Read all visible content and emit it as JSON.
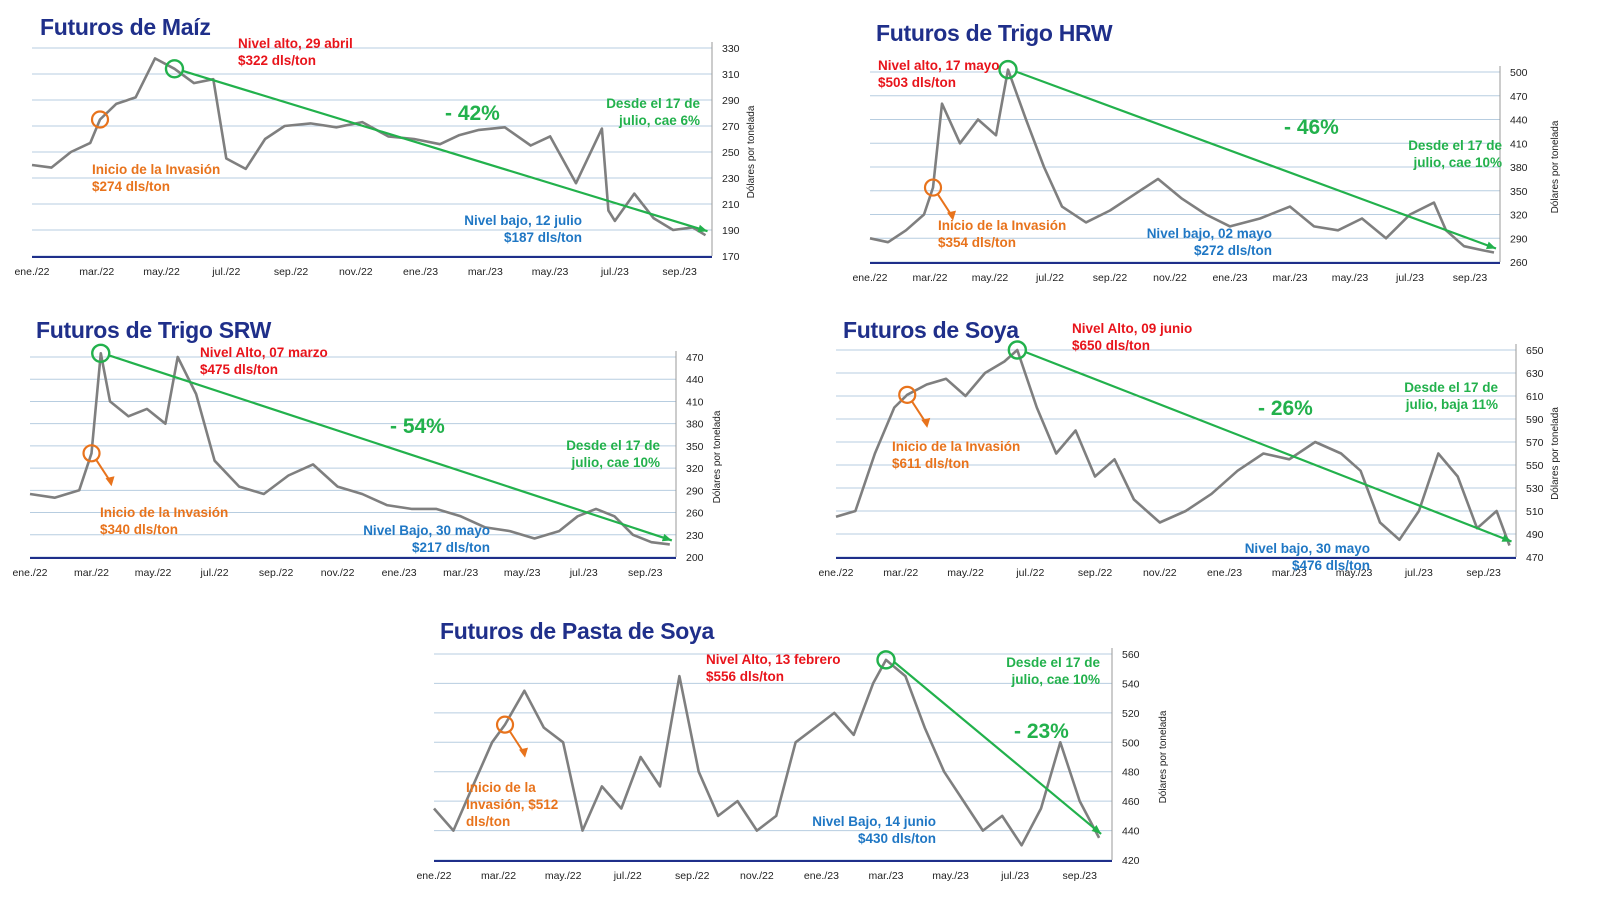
{
  "colors": {
    "title": "#1f2f8a",
    "price_line": "#7f7f7f",
    "trend": "#22b14c",
    "high": "#e8141b",
    "low": "#1f77c4",
    "invasion": "#e8731c",
    "grid": "#b7cde0",
    "axis": "#1f2f8a"
  },
  "ylabel": "Dólares por tonelada",
  "chart_data": [
    {
      "id": "maiz",
      "type": "line",
      "title": "Futuros de Maíz",
      "x_ticks": [
        "ene./22",
        "mar./22",
        "may./22",
        "jul./22",
        "sep./22",
        "nov./22",
        "ene./23",
        "mar./23",
        "may./23",
        "jul./23",
        "sep./23"
      ],
      "y_ticks": [
        170,
        190,
        210,
        230,
        250,
        270,
        290,
        310,
        330
      ],
      "ylim": [
        170,
        330
      ],
      "series": [
        {
          "x": [
            0,
            0.3,
            0.6,
            0.9,
            1.05,
            1.3,
            1.6,
            1.9,
            2.2,
            2.5,
            2.8,
            3.0,
            3.3,
            3.6,
            3.9,
            4.3,
            4.7,
            5.1,
            5.5,
            5.9,
            6.3,
            6.6,
            6.9,
            7.3,
            7.7,
            8.0,
            8.4,
            8.8,
            8.9,
            9.0,
            9.3,
            9.6,
            9.9,
            10.2,
            10.4
          ],
          "y": [
            240,
            238,
            250,
            257,
            275,
            287,
            292,
            322,
            314,
            303,
            306,
            245,
            237,
            260,
            270,
            272,
            269,
            273,
            262,
            260,
            256,
            263,
            267,
            269,
            255,
            262,
            226,
            268,
            205,
            197,
            218,
            199,
            190,
            192,
            186
          ]
        }
      ],
      "annotations": {
        "high": {
          "text": "Nivel alto, 29 abril",
          "value": "$322 dls/ton"
        },
        "invasion": {
          "text": "Inicio de la Invasión",
          "value": "$274 dls/ton"
        },
        "low": {
          "text": "Nivel bajo, 12 julio",
          "value": "$187 dls/ton"
        },
        "since": {
          "text": "Desde el 17 de",
          "value": "julio, cae 6%"
        },
        "pct": "- 42%"
      }
    },
    {
      "id": "trigo_hrw",
      "type": "line",
      "title": "Futuros de Trigo HRW",
      "x_ticks": [
        "ene./22",
        "mar./22",
        "may./22",
        "jul./22",
        "sep./22",
        "nov./22",
        "ene./23",
        "mar./23",
        "may./23",
        "jul./23",
        "sep./23"
      ],
      "y_ticks": [
        260,
        290,
        320,
        350,
        380,
        410,
        440,
        470,
        500
      ],
      "ylim": [
        260,
        500
      ],
      "series": [
        {
          "x": [
            0,
            0.3,
            0.6,
            0.9,
            1.05,
            1.2,
            1.5,
            1.8,
            2.1,
            2.3,
            2.6,
            2.9,
            3.2,
            3.6,
            4.0,
            4.4,
            4.8,
            5.2,
            5.6,
            6.0,
            6.5,
            7.0,
            7.4,
            7.8,
            8.2,
            8.6,
            9.0,
            9.4,
            9.6,
            9.9,
            10.2,
            10.4
          ],
          "y": [
            290,
            285,
            300,
            320,
            354,
            460,
            410,
            440,
            420,
            503,
            440,
            380,
            330,
            310,
            325,
            345,
            365,
            340,
            320,
            305,
            315,
            330,
            305,
            300,
            315,
            290,
            320,
            335,
            300,
            280,
            275,
            272
          ]
        }
      ],
      "annotations": {
        "high": {
          "text": "Nivel alto, 17 mayo",
          "value": "$503 dls/ton"
        },
        "invasion": {
          "text": "Inicio de la Invasión",
          "value": "$354 dls/ton"
        },
        "low": {
          "text": "Nivel bajo, 02 mayo",
          "value": "$272 dls/ton"
        },
        "since": {
          "text": "Desde el 17 de",
          "value": "julio, cae 10%"
        },
        "pct": "- 46%"
      }
    },
    {
      "id": "trigo_srw",
      "type": "line",
      "title": "Futuros de Trigo SRW",
      "x_ticks": [
        "ene./22",
        "mar./22",
        "may./22",
        "jul./22",
        "sep./22",
        "nov./22",
        "ene./23",
        "mar./23",
        "may./23",
        "jul./23",
        "sep./23"
      ],
      "y_ticks": [
        200,
        230,
        260,
        290,
        320,
        350,
        380,
        410,
        440,
        470
      ],
      "ylim": [
        200,
        470
      ],
      "series": [
        {
          "x": [
            0,
            0.4,
            0.8,
            1.0,
            1.15,
            1.3,
            1.6,
            1.9,
            2.2,
            2.4,
            2.7,
            3.0,
            3.4,
            3.8,
            4.2,
            4.6,
            5.0,
            5.4,
            5.8,
            6.2,
            6.6,
            7.0,
            7.4,
            7.8,
            8.2,
            8.6,
            8.9,
            9.2,
            9.5,
            9.8,
            10.1,
            10.4
          ],
          "y": [
            285,
            280,
            290,
            340,
            475,
            410,
            390,
            400,
            380,
            470,
            420,
            330,
            295,
            285,
            310,
            325,
            295,
            285,
            270,
            265,
            265,
            255,
            240,
            235,
            225,
            235,
            255,
            265,
            255,
            230,
            220,
            217
          ]
        }
      ],
      "annotations": {
        "high": {
          "text": "Nivel Alto, 07 marzo",
          "value": "$475 dls/ton"
        },
        "invasion": {
          "text": "Inicio de la Invasión",
          "value": "$340 dls/ton"
        },
        "low": {
          "text": "Nivel Bajo, 30 mayo",
          "value": "$217 dls/ton"
        },
        "since": {
          "text": "Desde el 17 de",
          "value": "julio, cae 10%"
        },
        "pct": "- 54%"
      }
    },
    {
      "id": "soya",
      "type": "line",
      "title": "Futuros de Soya",
      "x_ticks": [
        "ene./22",
        "mar./22",
        "may./22",
        "jul./22",
        "sep./22",
        "nov./22",
        "ene./23",
        "mar./23",
        "may./23",
        "jul./23",
        "sep./23"
      ],
      "y_ticks": [
        470,
        490,
        510,
        530,
        550,
        570,
        590,
        610,
        630,
        650
      ],
      "ylim": [
        470,
        650
      ],
      "series": [
        {
          "x": [
            0,
            0.3,
            0.6,
            0.9,
            1.1,
            1.4,
            1.7,
            2.0,
            2.3,
            2.6,
            2.8,
            3.1,
            3.4,
            3.7,
            4.0,
            4.3,
            4.6,
            5.0,
            5.4,
            5.8,
            6.2,
            6.6,
            7.0,
            7.4,
            7.8,
            8.1,
            8.4,
            8.7,
            9.0,
            9.3,
            9.6,
            9.9,
            10.2,
            10.4
          ],
          "y": [
            505,
            510,
            560,
            600,
            611,
            620,
            625,
            610,
            630,
            640,
            650,
            600,
            560,
            580,
            540,
            555,
            520,
            500,
            510,
            525,
            545,
            560,
            555,
            570,
            560,
            545,
            500,
            485,
            510,
            560,
            540,
            495,
            510,
            480
          ]
        }
      ],
      "annotations": {
        "high": {
          "text": "Nivel Alto, 09 junio",
          "value": "$650 dls/ton"
        },
        "invasion": {
          "text": "Inicio de la Invasión",
          "value": "$611 dls/ton"
        },
        "low": {
          "text": "Nivel bajo, 30 mayo",
          "value": "$476 dls/ton"
        },
        "since": {
          "text": "Desde el 17 de",
          "value": "julio, baja 11%"
        },
        "pct": "- 26%"
      }
    },
    {
      "id": "pasta_soya",
      "type": "line",
      "title": "Futuros de Pasta de Soya",
      "x_ticks": [
        "ene./22",
        "mar./22",
        "may./22",
        "jul./22",
        "sep./22",
        "nov./22",
        "ene./23",
        "mar./23",
        "may./23",
        "jul./23",
        "sep./23"
      ],
      "y_ticks": [
        420,
        440,
        460,
        480,
        500,
        520,
        540,
        560
      ],
      "ylim": [
        420,
        560
      ],
      "series": [
        {
          "x": [
            0,
            0.3,
            0.6,
            0.9,
            1.1,
            1.4,
            1.7,
            2.0,
            2.3,
            2.6,
            2.9,
            3.2,
            3.5,
            3.8,
            4.1,
            4.4,
            4.7,
            5.0,
            5.3,
            5.6,
            5.9,
            6.2,
            6.5,
            6.8,
            7.0,
            7.3,
            7.6,
            7.9,
            8.2,
            8.5,
            8.8,
            9.1,
            9.4,
            9.7,
            10.0,
            10.3
          ],
          "y": [
            455,
            440,
            470,
            500,
            512,
            535,
            510,
            500,
            440,
            470,
            455,
            490,
            470,
            545,
            480,
            450,
            460,
            440,
            450,
            500,
            510,
            520,
            505,
            540,
            556,
            545,
            510,
            480,
            460,
            440,
            450,
            430,
            455,
            500,
            460,
            435
          ]
        }
      ],
      "annotations": {
        "high": {
          "text": "Nivel Alto, 13 febrero",
          "value": "$556 dls/ton"
        },
        "invasion": {
          "text": "Inicio de la",
          "value": "Invasión, $512",
          "value2": "dls/ton"
        },
        "low": {
          "text": "Nivel Bajo, 14 junio",
          "value": "$430 dls/ton"
        },
        "since": {
          "text": "Desde el 17 de",
          "value": "julio, cae 10%"
        },
        "pct": "- 23%"
      }
    }
  ]
}
